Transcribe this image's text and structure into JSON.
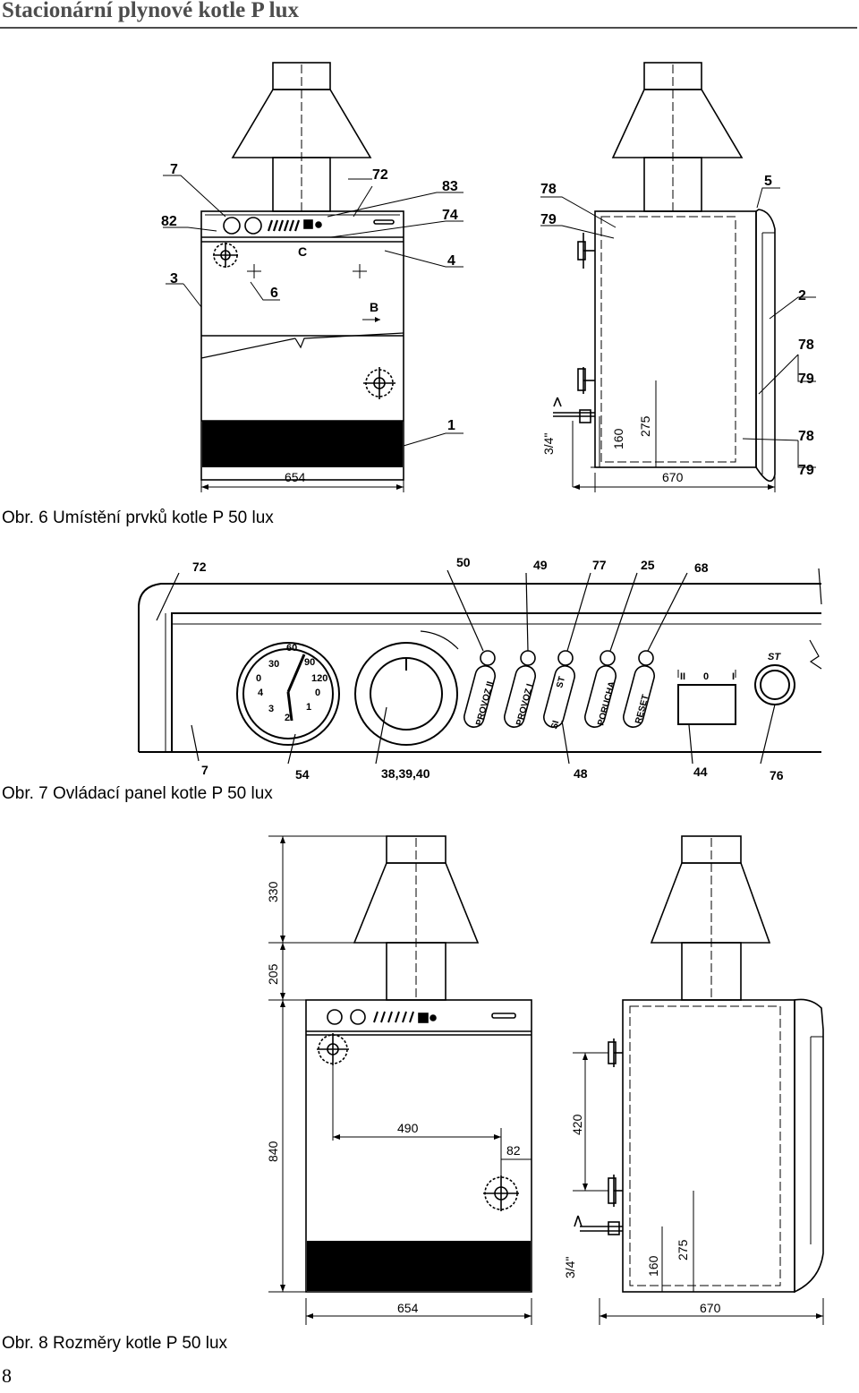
{
  "header": {
    "title": "Stacionární plynové kotle P lux"
  },
  "page_number": "8",
  "fig6": {
    "caption": "Obr. 6 Umístění prvků kotle P 50 lux",
    "callouts": {
      "c7": "7",
      "c72": "72",
      "c83": "83",
      "c74": "74",
      "c82": "82",
      "c4": "4",
      "c3": "3",
      "c6": "6",
      "c1": "1",
      "c78a": "78",
      "c79a": "79",
      "c5": "5",
      "c2": "2",
      "c78b": "78",
      "c79b": "79",
      "c78c": "78",
      "c79c": "79"
    },
    "letters": {
      "C": "C",
      "B": "B"
    },
    "dims": {
      "width_front": "654",
      "depth": "670",
      "h160": "160",
      "h275": "275",
      "pipe": "3/4\""
    }
  },
  "fig7": {
    "caption": "Obr. 7 Ovládací panel kotle P 50 lux",
    "callouts": {
      "c72": "72",
      "c50": "50",
      "c49": "49",
      "c77": "77",
      "c25": "25",
      "c68": "68",
      "c7": "7",
      "c54": "54",
      "c383940": "38,39,40",
      "c48": "48",
      "c44": "44",
      "c76": "76"
    },
    "gauge_ticks": {
      "t30": "30",
      "t60": "60",
      "t90": "90",
      "t120": "120",
      "t0a": "0",
      "t0b": "0",
      "t4": "4",
      "t3": "3",
      "t2": "2",
      "t1": "1"
    },
    "switch_labels": {
      "provoz2": "PROVOZ II",
      "provoz1": "PROVOZ I",
      "st": "ST",
      "si": "SI",
      "porucha": "PORUCHA",
      "reset": "RESET"
    },
    "switch_scale": {
      "left": "II",
      "mid": "0",
      "right": "I"
    },
    "st_button": "ST"
  },
  "fig8": {
    "caption": "Obr.  8 Rozměry kotle P 50 lux",
    "dims": {
      "h330": "330",
      "h205": "205",
      "h840": "840",
      "w490": "490",
      "w82": "82",
      "w654": "654",
      "h420": "420",
      "h160": "160",
      "h275": "275",
      "w670": "670",
      "pipe": "3/4\""
    }
  }
}
